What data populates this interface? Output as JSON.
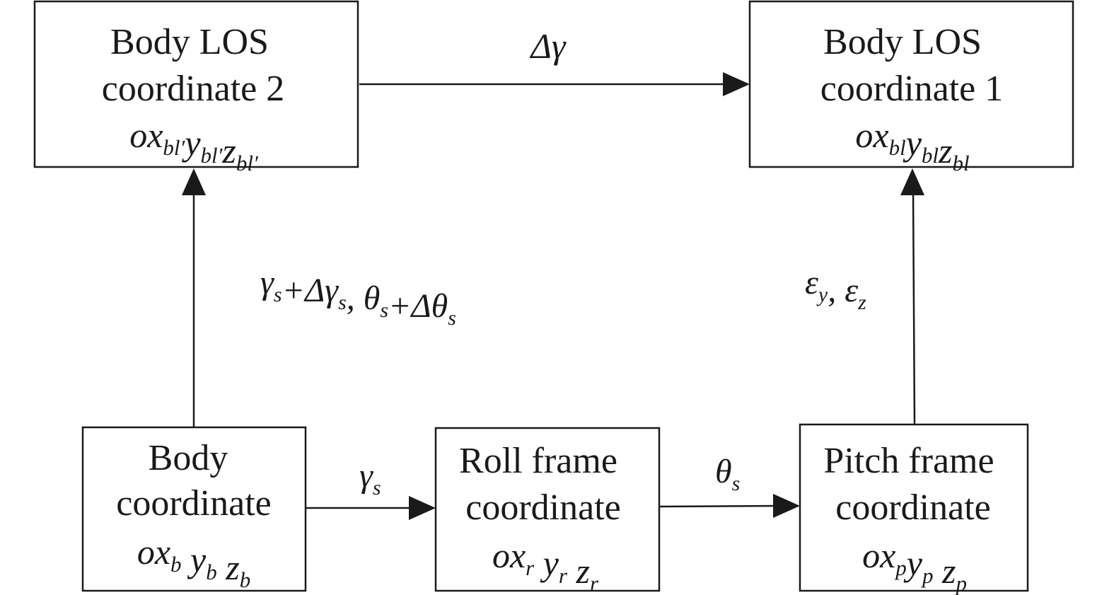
{
  "boxes": {
    "los2": {
      "line1": "Body LOS",
      "line2": "coordinate 2",
      "frame": {
        "main": "ox",
        "parts": [
          [
            "",
            "bl′"
          ],
          [
            "y",
            "bl′"
          ],
          [
            "z",
            "bl′"
          ]
        ]
      }
    },
    "los1": {
      "line1": "Body LOS",
      "line2": "coordinate 1",
      "frame": {
        "main": "ox",
        "parts": [
          [
            "",
            "bl"
          ],
          [
            "y",
            "bl"
          ],
          [
            "z",
            "bl"
          ]
        ]
      }
    },
    "body": {
      "line1": "Body",
      "line2": "coordinate",
      "frame": {
        "main": "ox",
        "parts": [
          [
            "",
            "b"
          ],
          [
            " y",
            "b"
          ],
          [
            " z",
            "b"
          ]
        ]
      }
    },
    "roll": {
      "line1": "Roll frame",
      "line2": "coordinate",
      "frame": {
        "main": "ox",
        "parts": [
          [
            "",
            "r"
          ],
          [
            " y",
            "r"
          ],
          [
            " z",
            "r"
          ]
        ]
      }
    },
    "pitch": {
      "line1": "Pitch frame",
      "line2": "coordinate",
      "frame": {
        "main": "ox",
        "parts": [
          [
            "",
            "p"
          ],
          [
            "y",
            "p"
          ],
          [
            " z",
            "p"
          ]
        ]
      }
    }
  },
  "edges": {
    "los2_to_los1": {
      "label": "Δγ"
    },
    "body_to_los2": {
      "label_parts": [
        [
          "γ",
          "s"
        ],
        [
          "+Δγ",
          "s"
        ],
        [
          ", θ",
          "s"
        ],
        [
          "+Δθ",
          "s"
        ]
      ]
    },
    "pitch_to_los1": {
      "label_parts": [
        [
          "ε",
          "y"
        ],
        [
          ", ε",
          "z"
        ]
      ]
    },
    "body_to_roll": {
      "label_parts": [
        [
          "γ",
          "s"
        ]
      ]
    },
    "roll_to_pitch": {
      "label_parts": [
        [
          "θ",
          "s"
        ]
      ]
    }
  }
}
